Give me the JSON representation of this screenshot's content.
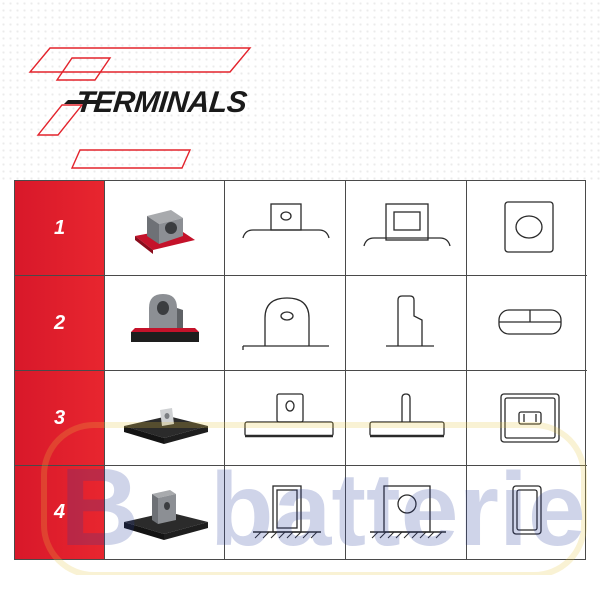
{
  "header": {
    "title": "TERMINALS",
    "accent_color": "#e3232c"
  },
  "table": {
    "rows": [
      {
        "number": "1",
        "photo_icon": "square-block-terminal-photo",
        "drawings": [
          "terminal-1-front-icon",
          "terminal-1-side-icon",
          "terminal-1-top-icon"
        ]
      },
      {
        "number": "2",
        "photo_icon": "round-lug-terminal-photo",
        "drawings": [
          "terminal-2-front-icon",
          "terminal-2-side-icon",
          "terminal-2-top-icon"
        ]
      },
      {
        "number": "3",
        "photo_icon": "flat-tab-terminal-photo",
        "drawings": [
          "terminal-3-front-icon",
          "terminal-3-side-icon",
          "terminal-3-top-icon"
        ]
      },
      {
        "number": "4",
        "photo_icon": "post-terminal-photo",
        "drawings": [
          "terminal-4-front-icon",
          "terminal-4-side-icon",
          "terminal-4-top-icon"
        ]
      }
    ]
  },
  "watermark": {
    "text": "batterie",
    "prefix": "B",
    "color": "#2a3f9e"
  }
}
